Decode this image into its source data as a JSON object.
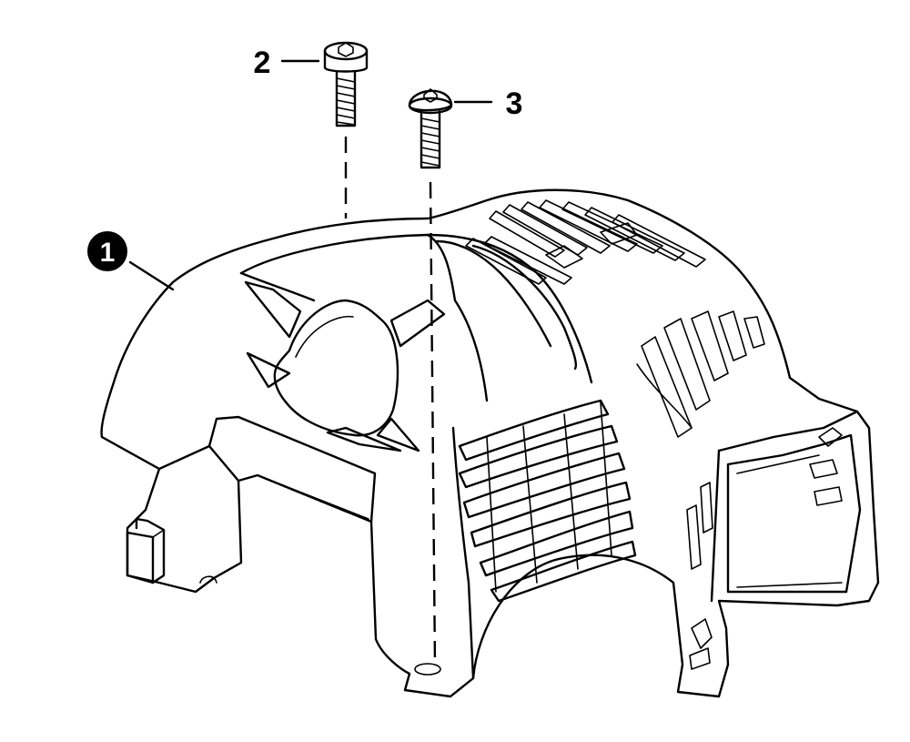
{
  "callouts": {
    "part1": "1",
    "part2": "2",
    "part3": "3"
  },
  "parts": {
    "cover": {
      "icon": "engine-cover-icon"
    },
    "screw_socket": {
      "icon": "socket-head-screw-icon"
    },
    "screw_pan": {
      "icon": "pan-head-screw-icon"
    }
  },
  "colors": {
    "line": "#000000",
    "background": "#ffffff"
  }
}
